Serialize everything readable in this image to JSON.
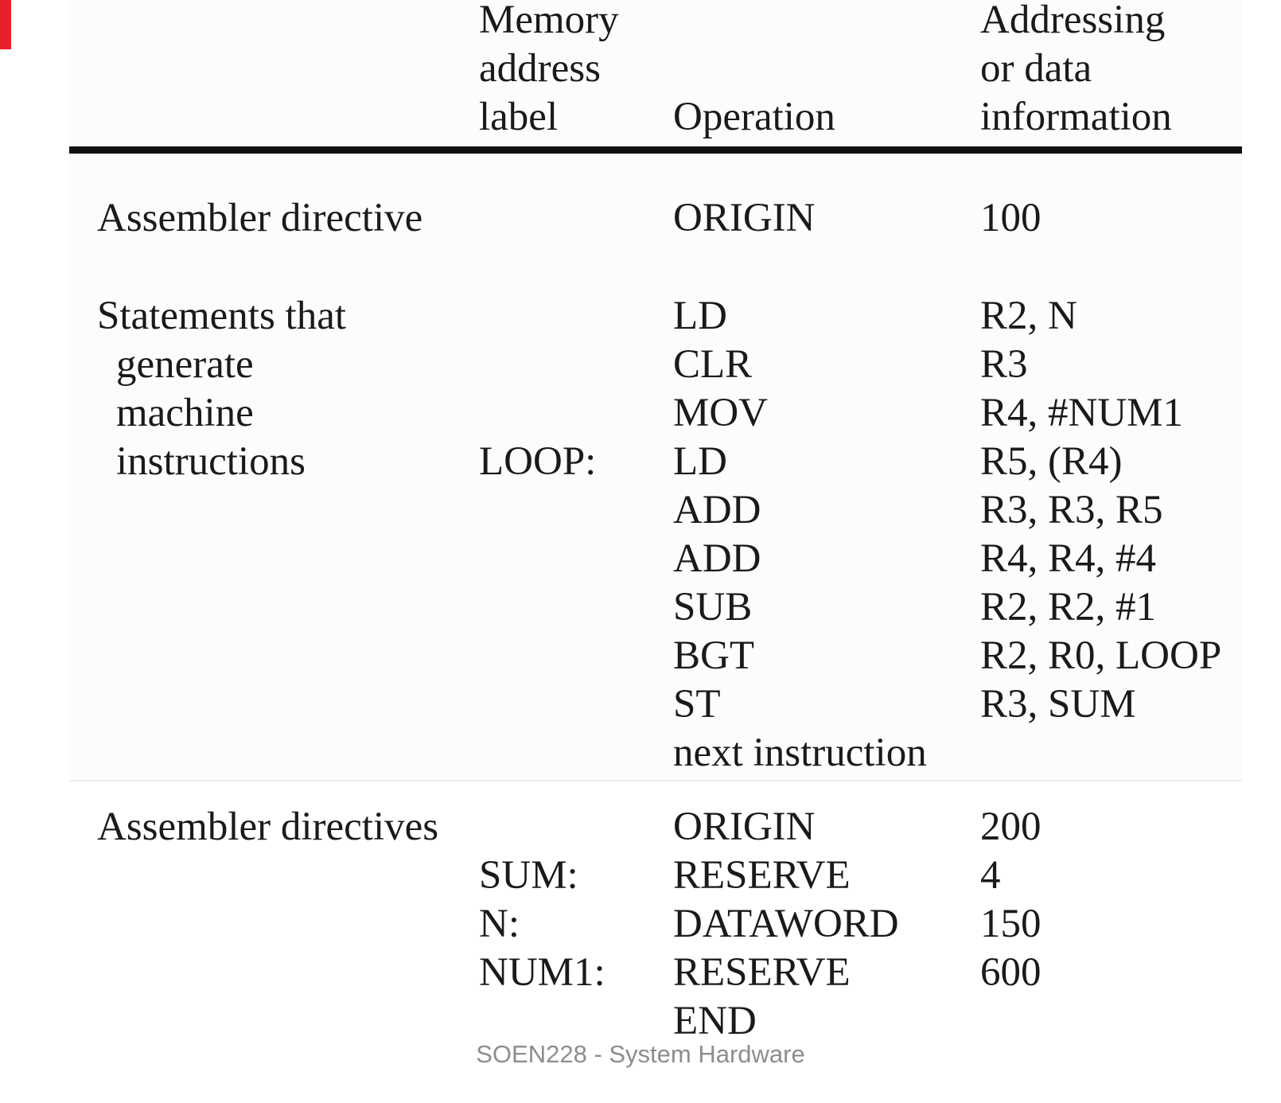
{
  "colors": {
    "header_rule": "#111111",
    "footer_gray": "#8d8d8d",
    "corner_artifact_red": "#e8202e",
    "text": "#1a1a1a"
  },
  "table": {
    "headers": {
      "label_lines": [
        "Memory",
        "address",
        "label"
      ],
      "operation": "Operation",
      "info_lines": [
        "Addressing",
        "or data",
        "information"
      ]
    },
    "sections": [
      {
        "caption_lines": [
          "Assembler directive"
        ],
        "rows": [
          {
            "label": "",
            "op": "ORIGIN",
            "info": "100"
          }
        ]
      },
      {
        "caption_lines": [
          "Statements that",
          "generate",
          "machine",
          "instructions"
        ],
        "rows": [
          {
            "label": "",
            "op": "LD",
            "info": "R2, N"
          },
          {
            "label": "",
            "op": "CLR",
            "info": "R3"
          },
          {
            "label": "",
            "op": "MOV",
            "info": "R4, #NUM1"
          },
          {
            "label": "LOOP:",
            "op": "LD",
            "info": "R5, (R4)"
          },
          {
            "label": "",
            "op": "ADD",
            "info": "R3, R3, R5"
          },
          {
            "label": "",
            "op": "ADD",
            "info": "R4, R4, #4"
          },
          {
            "label": "",
            "op": "SUB",
            "info": "R2, R2, #1"
          },
          {
            "label": "",
            "op": "BGT",
            "info": "R2, R0, LOOP"
          },
          {
            "label": "",
            "op": "ST",
            "info": "R3, SUM"
          },
          {
            "label": "",
            "op": "next instruction",
            "info": ""
          }
        ]
      },
      {
        "caption_lines": [
          "Assembler directives"
        ],
        "rows": [
          {
            "label": "",
            "op": "ORIGIN",
            "info": "200"
          },
          {
            "label": "SUM:",
            "op": "RESERVE",
            "info": "4"
          },
          {
            "label": "N:",
            "op": "DATAWORD",
            "info": "150"
          },
          {
            "label": "NUM1:",
            "op": "RESERVE",
            "info": "600"
          },
          {
            "label": "",
            "op": "END",
            "info": ""
          }
        ]
      }
    ]
  },
  "footer": {
    "text": "SOEN228 - System Hardware"
  }
}
